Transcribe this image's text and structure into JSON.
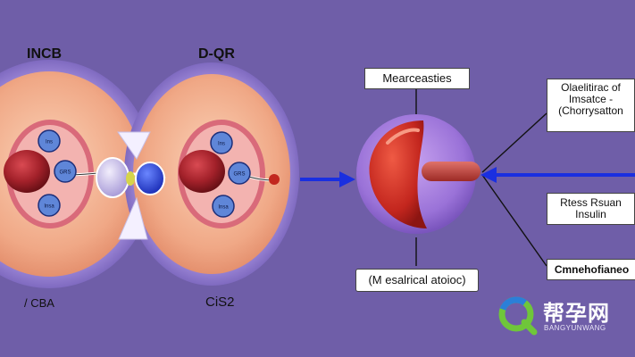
{
  "labels": {
    "left_top": "INCB",
    "right_top": "D-QR",
    "left_bottom": "/ CBA",
    "right_bottom": "CiS2",
    "box_top_center": "Mearceasties",
    "box_top_right": [
      "Olaelitirac of",
      "Imsatce -",
      "(Chorrysatton"
    ],
    "box_mid_right": [
      "Rtess Rsuan",
      "Insulin"
    ],
    "box_bottom_right": "Cmnehofianeo",
    "box_bottom_center": "(M esalrical atoioc)"
  },
  "small_circles": [
    "Ins",
    "GRS",
    "Insa",
    "Ins",
    "GRS",
    "Insa"
  ],
  "watermark": {
    "cn": "帮孕网",
    "en": "BANGYUNWANG"
  },
  "colors": {
    "background": "#6f5ea8",
    "cell_outer": "#e6906f",
    "nucleus": "#9e1d25",
    "blue_arrow": "#1a2fe0",
    "watermark_green": "#6fc63a"
  }
}
